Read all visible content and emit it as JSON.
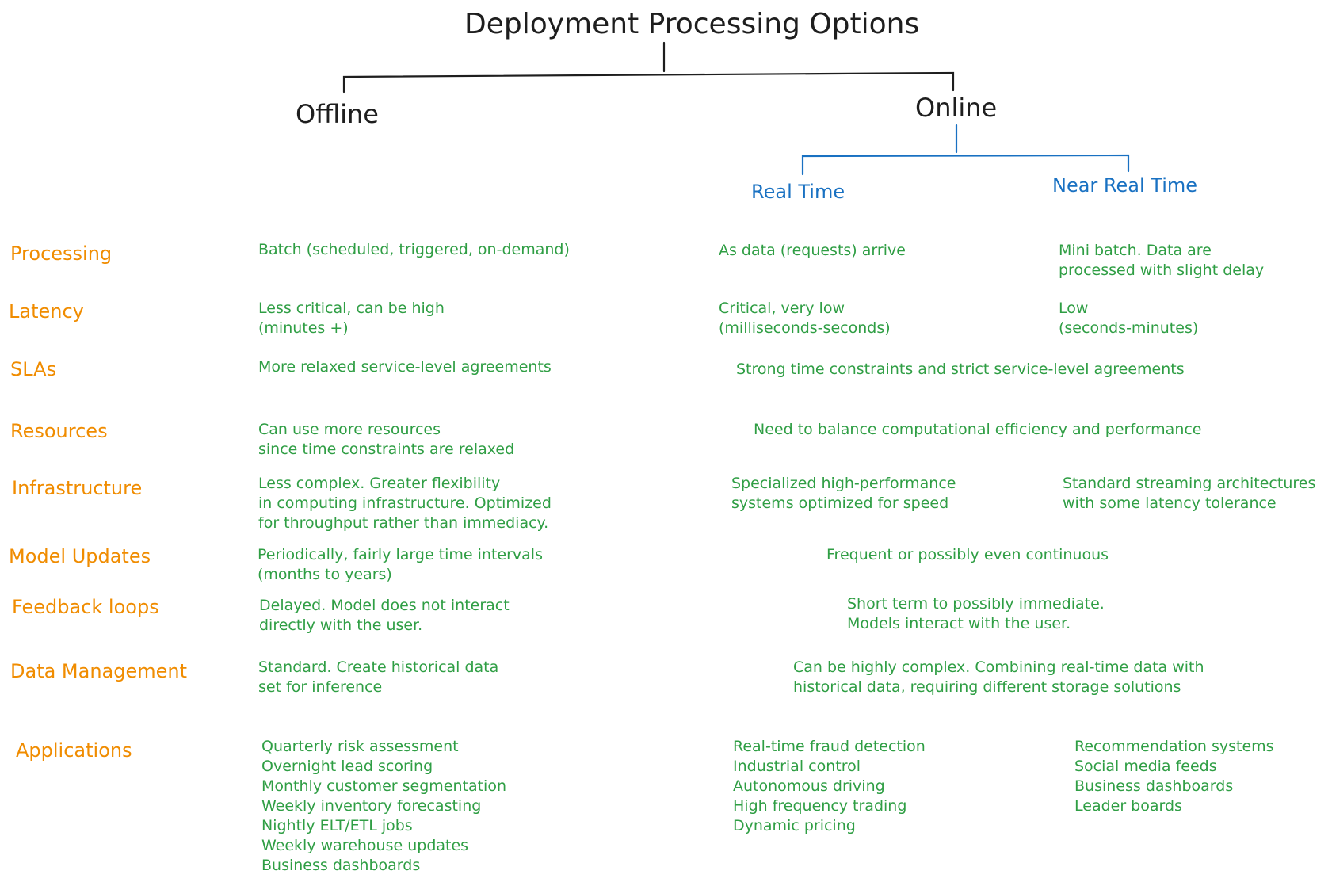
{
  "diagram": {
    "title": "Deployment Processing Options",
    "offline": "Offline",
    "online": "Online",
    "real_time": "Real Time",
    "near_real_time": "Near Real Time",
    "colors": {
      "ink": "#1e1e1e",
      "online_branch": "#1971c2",
      "row_labels": "#f08c00",
      "cells": "#2f9e44"
    }
  },
  "rows": {
    "processing": {
      "label": "Processing",
      "offline": "Batch (scheduled, triggered, on-demand)",
      "real_time": "As data (requests) arrive",
      "near_real_time": "Mini batch. Data are\nprocessed with slight delay"
    },
    "latency": {
      "label": "Latency",
      "offline": "Less critical, can be high\n(minutes +)",
      "real_time": "Critical, very low\n(milliseconds-seconds)",
      "near_real_time": "Low\n(seconds-minutes)"
    },
    "slas": {
      "label": "SLAs",
      "offline": "More relaxed service-level agreements",
      "online": "Strong time constraints and strict service-level agreements"
    },
    "resources": {
      "label": "Resources",
      "offline": "Can use more resources\nsince time constraints are relaxed",
      "online": "Need to balance computational efficiency and performance"
    },
    "infrastructure": {
      "label": "Infrastructure",
      "offline": "Less complex. Greater flexibility\nin computing infrastructure. Optimized\nfor throughput rather than immediacy.",
      "real_time": "Specialized high-performance\nsystems optimized for speed",
      "near_real_time": "Standard streaming architectures\nwith some latency tolerance"
    },
    "model_updates": {
      "label": "Model Updates",
      "offline": "Periodically, fairly large time intervals\n(months to years)",
      "online": "Frequent or possibly even continuous"
    },
    "feedback_loops": {
      "label": "Feedback loops",
      "offline": "Delayed. Model does not interact\ndirectly with the user.",
      "online": "Short term to possibly immediate.\nModels interact with the user."
    },
    "data_management": {
      "label": "Data Management",
      "offline": "Standard. Create historical data\nset for inference",
      "online": "Can be highly complex. Combining real-time data with\nhistorical data, requiring different storage solutions"
    },
    "applications": {
      "label": "Applications",
      "offline": "Quarterly risk assessment\nOvernight lead scoring\nMonthly customer segmentation\nWeekly inventory forecasting\nNightly ELT/ETL jobs\nWeekly warehouse updates\nBusiness dashboards",
      "real_time": "Real-time fraud detection\nIndustrial control\nAutonomous driving\nHigh frequency trading\nDynamic pricing",
      "near_real_time": "Recommendation systems\nSocial media feeds\nBusiness dashboards\nLeader boards"
    }
  }
}
